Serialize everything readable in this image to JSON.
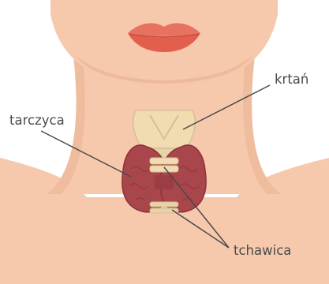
{
  "labels": {
    "larynx": "krtań",
    "thyroid": "tarczyca",
    "trachea": "tchawica"
  },
  "colors": {
    "skin": "#f6c9ad",
    "skin_shadow": "#eab091",
    "lips": "#e8715f",
    "thyroid": "#a8464c",
    "cartilage": "#f1dcb2",
    "leader_line": "#4a4a4a",
    "text": "#4a4a4a"
  }
}
